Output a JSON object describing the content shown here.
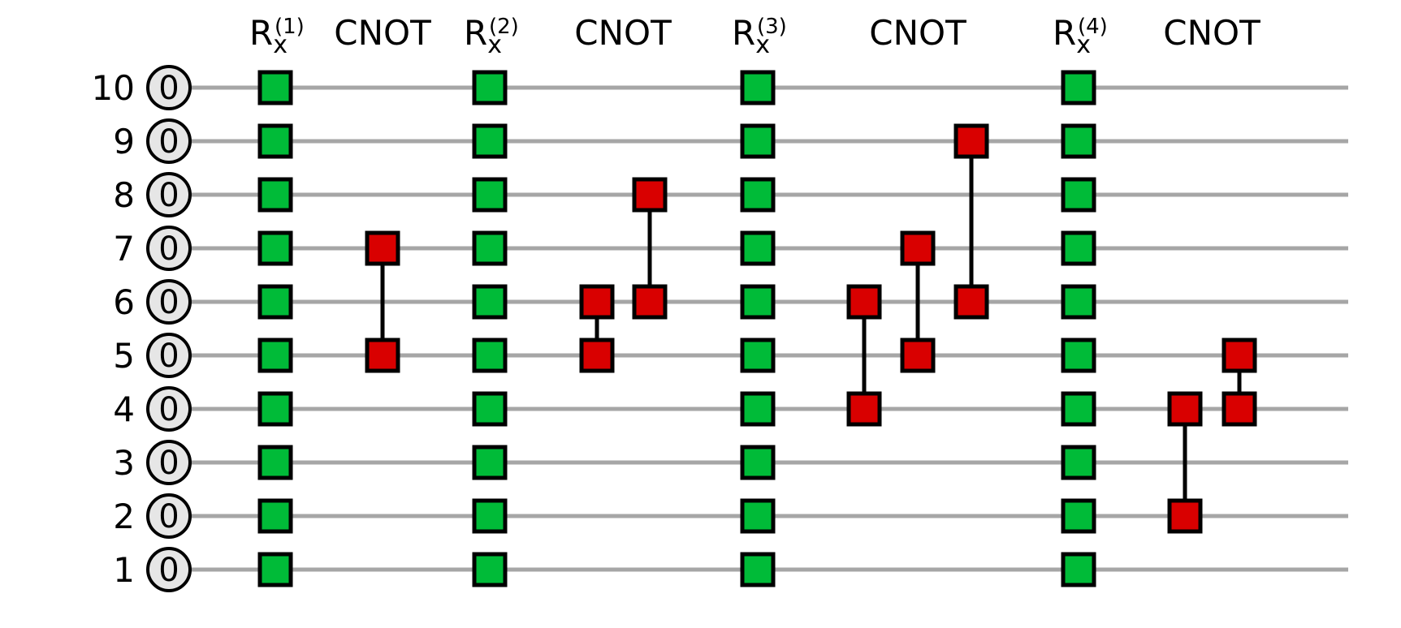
{
  "qubits": [
    {
      "label": "10",
      "init": "0"
    },
    {
      "label": "9",
      "init": "0"
    },
    {
      "label": "8",
      "init": "0"
    },
    {
      "label": "7",
      "init": "0"
    },
    {
      "label": "6",
      "init": "0"
    },
    {
      "label": "5",
      "init": "0"
    },
    {
      "label": "4",
      "init": "0"
    },
    {
      "label": "3",
      "init": "0"
    },
    {
      "label": "2",
      "init": "0"
    },
    {
      "label": "1",
      "init": "0"
    }
  ],
  "layers": [
    {
      "type": "rx",
      "base": "R",
      "sub": "x",
      "sup": "(1)"
    },
    {
      "type": "cnot",
      "label": "CNOT",
      "pairs": [
        [
          7,
          5
        ]
      ]
    },
    {
      "type": "rx",
      "base": "R",
      "sub": "x",
      "sup": "(2)"
    },
    {
      "type": "cnot",
      "label": "CNOT",
      "pairs": [
        [
          6,
          5
        ],
        [
          8,
          6
        ]
      ]
    },
    {
      "type": "rx",
      "base": "R",
      "sub": "x",
      "sup": "(3)"
    },
    {
      "type": "cnot",
      "label": "CNOT",
      "pairs": [
        [
          6,
          4
        ],
        [
          7,
          5
        ],
        [
          9,
          6
        ]
      ]
    },
    {
      "type": "rx",
      "base": "R",
      "sub": "x",
      "sup": "(4)"
    },
    {
      "type": "cnot",
      "label": "CNOT",
      "pairs": [
        [
          4,
          2
        ],
        [
          5,
          4
        ]
      ]
    }
  ],
  "colors": {
    "rx_gate": "#00bb38",
    "cnot_gate": "#d90000",
    "wire": "#a6a6a6",
    "init_fill": "#e6e6e6"
  }
}
